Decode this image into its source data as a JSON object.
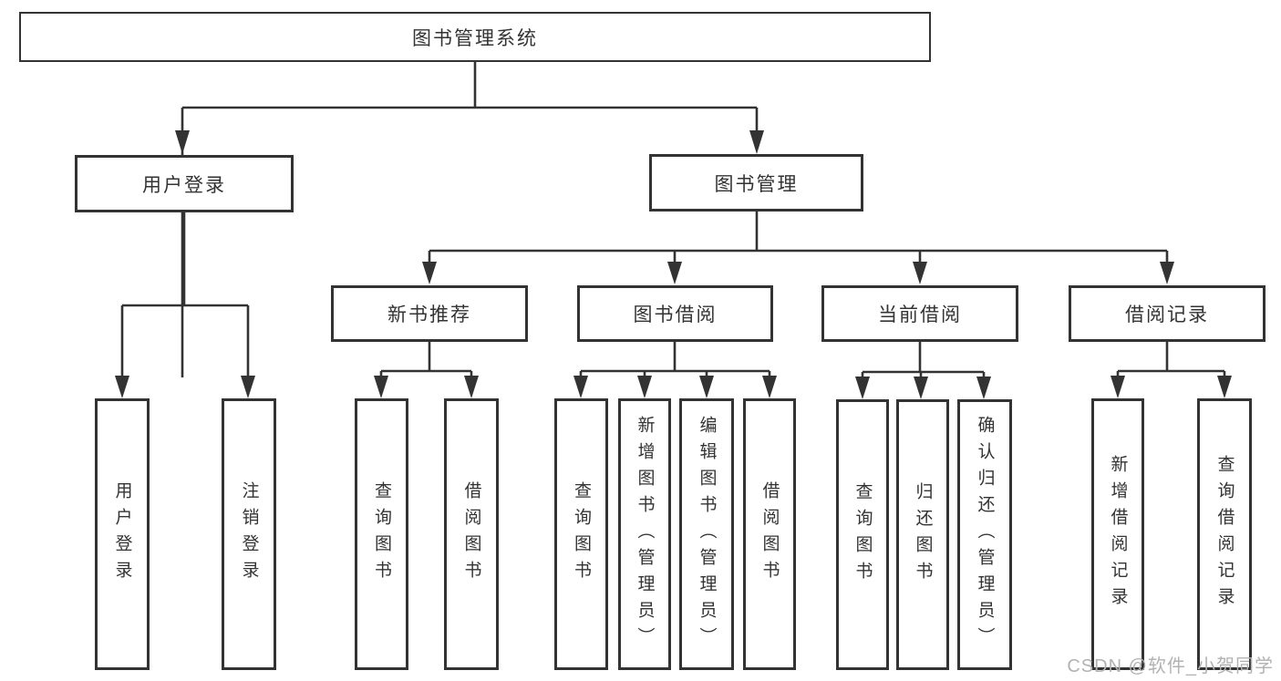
{
  "title": "图书管理系统",
  "tree": {
    "root": "图书管理系统",
    "children": [
      {
        "label": "用户登录",
        "children": [
          "用户登录",
          "注销登录"
        ]
      },
      {
        "label": "图书管理",
        "children": [
          {
            "label": "新书推荐",
            "children": [
              "查询图书",
              "借阅图书"
            ]
          },
          {
            "label": "图书借阅",
            "children": [
              "查询图书",
              "新增图书（管理员）",
              "编辑图书（管理员）",
              "借阅图书"
            ]
          },
          {
            "label": "当前借阅",
            "children": [
              "查询图书",
              "归还图书",
              "确认归还（管理员）"
            ]
          },
          {
            "label": "借阅记录",
            "children": [
              "新增借阅记录",
              "查询借阅记录"
            ]
          }
        ]
      }
    ]
  },
  "watermark": "CSDN @软件_小贺同学",
  "colors": {
    "line": "#333333",
    "box_border": "#333333",
    "text": "#333333",
    "watermark": "#b2b2b2",
    "background": "#ffffff"
  }
}
